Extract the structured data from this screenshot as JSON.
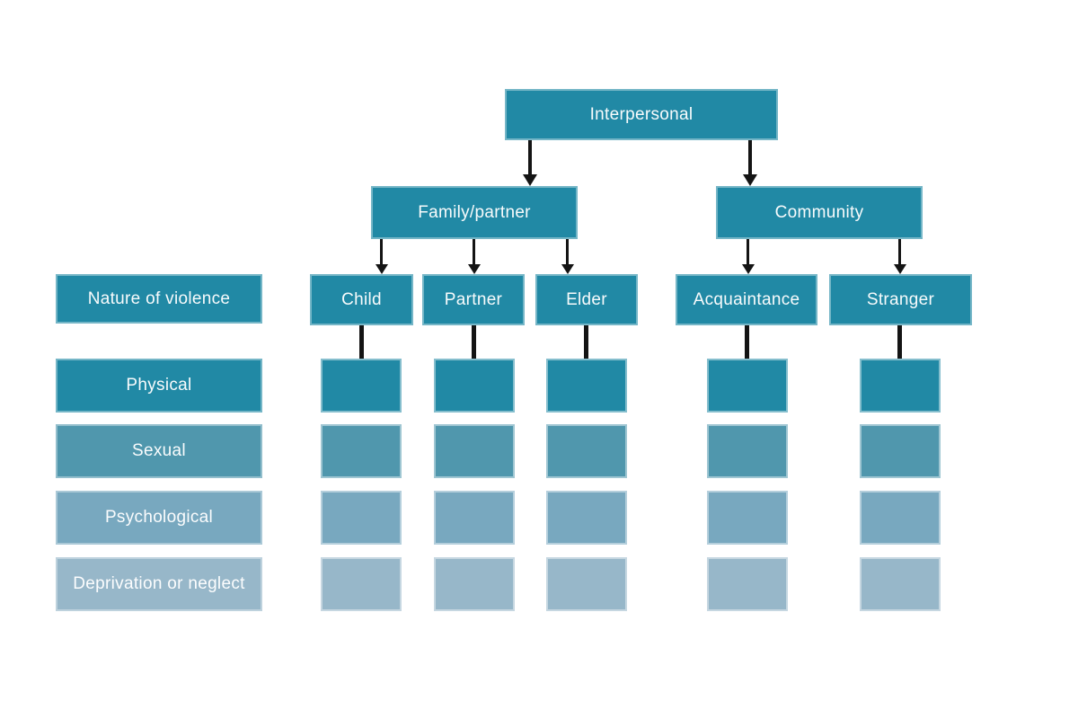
{
  "diagram": {
    "root": {
      "label": "Interpersonal"
    },
    "branches": [
      {
        "label": "Family/partner",
        "children": [
          {
            "label": "Child"
          },
          {
            "label": "Partner"
          },
          {
            "label": "Elder"
          }
        ]
      },
      {
        "label": "Community",
        "children": [
          {
            "label": "Acquaintance"
          },
          {
            "label": "Stranger"
          }
        ]
      }
    ],
    "legend": {
      "header": "Nature of violence",
      "rows": [
        {
          "label": "Physical",
          "color": "#2189a5"
        },
        {
          "label": "Sexual",
          "color": "#5097ad"
        },
        {
          "label": "Psychological",
          "color": "#78a8bf"
        },
        {
          "label": "Deprivation or neglect",
          "color": "#97b7c9"
        }
      ]
    },
    "colors": {
      "node_fill": "#2189a5",
      "connector": "#141414",
      "background": "#ffffff",
      "label_text": "#ffffff"
    }
  }
}
